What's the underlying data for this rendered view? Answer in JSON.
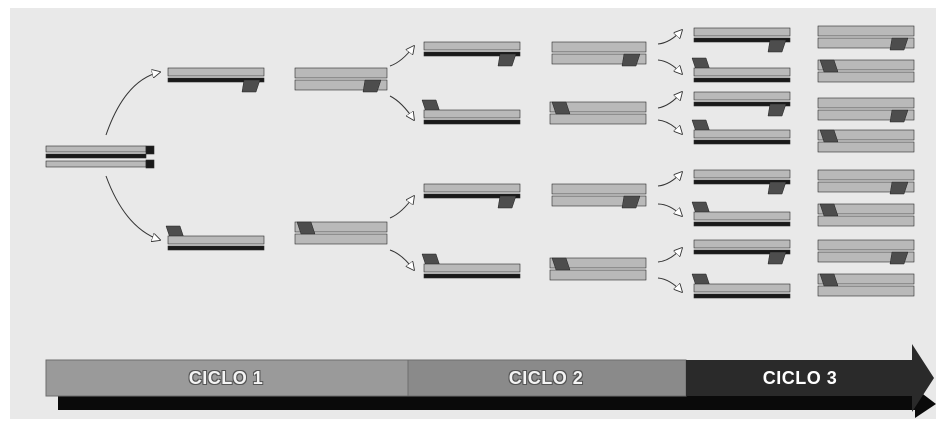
{
  "timeline": {
    "cycles": [
      {
        "label": "CICLO 1",
        "color": "#9a9a9a"
      },
      {
        "label": "CICLO 2",
        "color": "#8a8a8a"
      },
      {
        "label": "CICLO 3",
        "color": "#2a2a2a"
      }
    ],
    "shadow_color": "#0a0a0a"
  },
  "diagram": {
    "structure": "binary branching tree, 3 cycles",
    "strand_colors": {
      "light": "#b9b9b9",
      "dark": "#1a1a1a",
      "primer": "#4d4d4d"
    },
    "line_color": "#333333"
  }
}
